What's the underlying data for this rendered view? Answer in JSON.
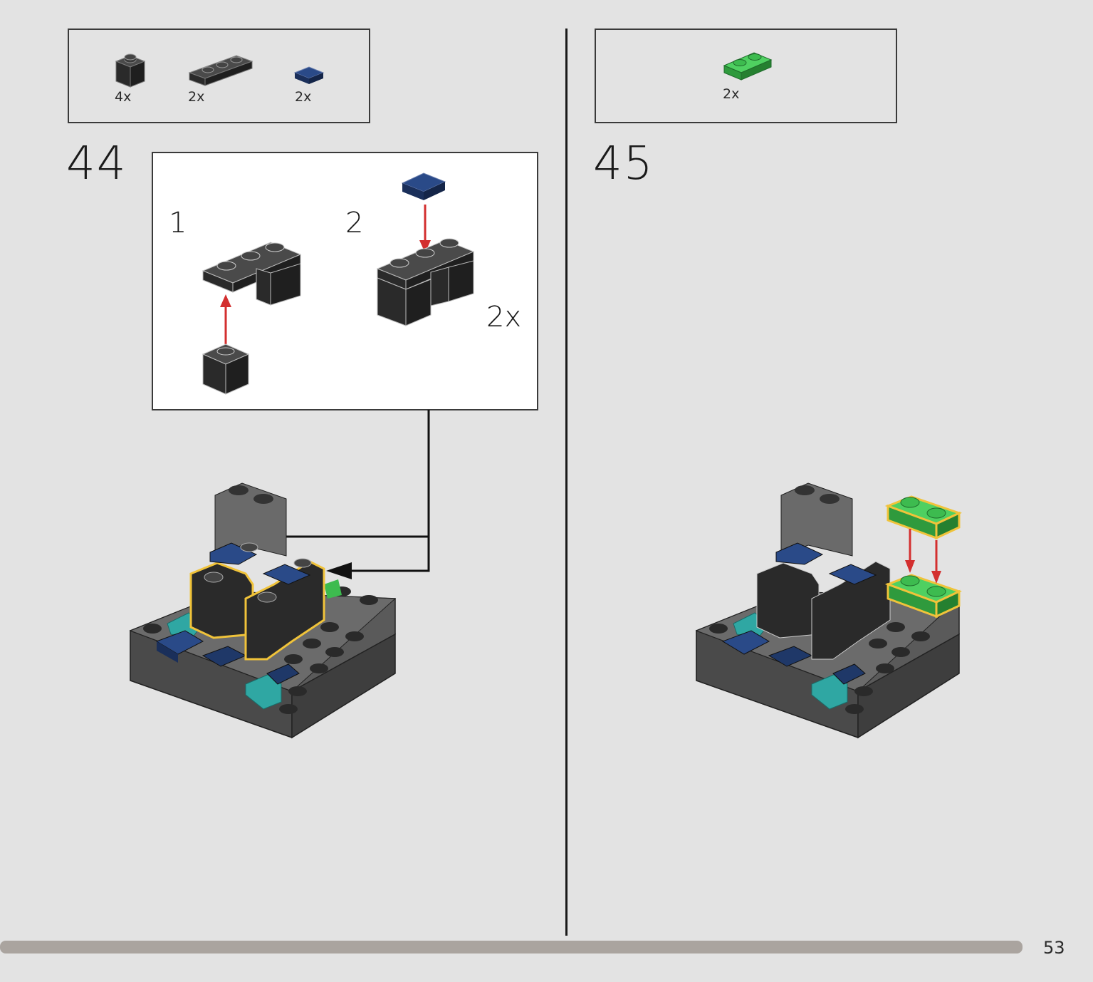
{
  "step_44": {
    "number": "44",
    "parts": [
      {
        "name": "black-brick-1x1",
        "qty": "4x",
        "color": "#2d2d2d"
      },
      {
        "name": "black-plate-1x3",
        "qty": "2x",
        "color": "#3a3a3a"
      },
      {
        "name": "dark-blue-tile-1x1",
        "qty": "2x",
        "color": "#1f3868"
      }
    ],
    "subassembly": {
      "sub_step_1": "1",
      "sub_step_2": "2",
      "multiplier": "2x"
    }
  },
  "step_45": {
    "number": "45",
    "parts": [
      {
        "name": "green-plate-1x2",
        "qty": "2x",
        "color": "#3dbb4f"
      }
    ]
  },
  "colors": {
    "background": "#e3e3e3",
    "black_brick": "#2d2d2d",
    "dark_gray": "#5b5b5b",
    "dark_blue": "#1f3868",
    "teal": "#2fa7a3",
    "green": "#3dbb4f",
    "highlight": "#f0c33a",
    "arrow_red": "#d32f2f"
  },
  "footer": {
    "page_number": "53"
  }
}
